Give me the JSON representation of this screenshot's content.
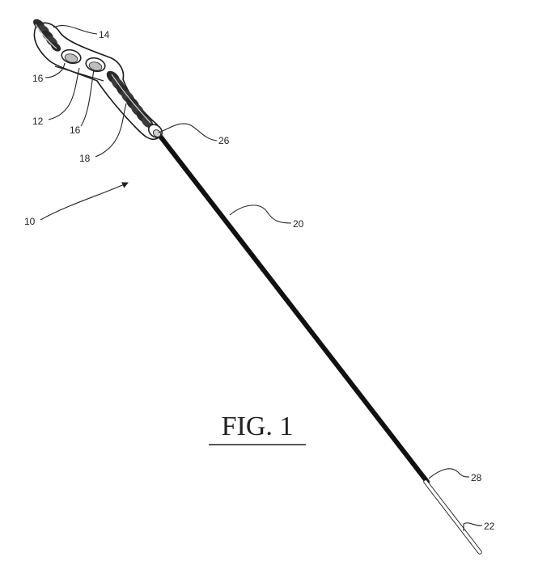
{
  "figure": {
    "caption": "FIG. 1",
    "references": {
      "r10": "10",
      "r12": "12",
      "r14": "14",
      "r16a": "16",
      "r16b": "16",
      "r18": "18",
      "r20": "20",
      "r22": "22",
      "r26": "26",
      "r28": "28"
    }
  }
}
